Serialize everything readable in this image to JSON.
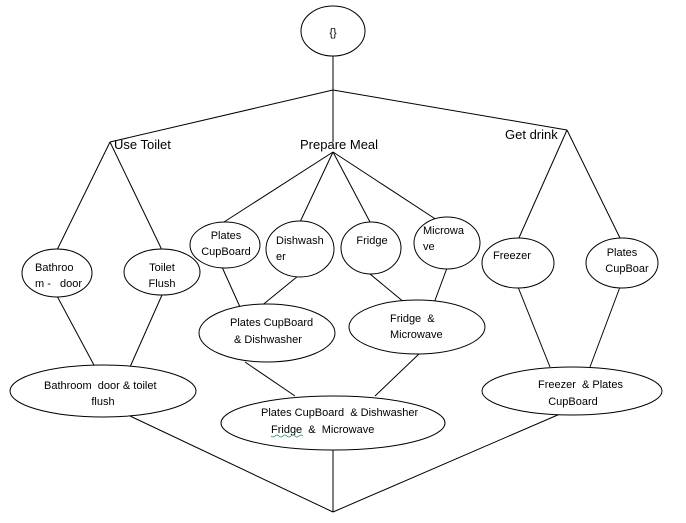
{
  "diagram": {
    "root": {
      "label": "{}"
    },
    "branches": [
      {
        "label": "Use Toilet"
      },
      {
        "label": "Prepare Meal"
      },
      {
        "label": "Get drink"
      }
    ],
    "nodes": {
      "bathroom_door": {
        "lines": [
          "Bathroo",
          "m -   door"
        ]
      },
      "toilet_flush": {
        "lines": [
          "Toilet",
          "Flush"
        ]
      },
      "plates_cupboard_meal": {
        "lines": [
          "Plates",
          "CupBoard"
        ]
      },
      "dishwasher": {
        "lines": [
          "Dishwash",
          "er"
        ]
      },
      "fridge": {
        "lines": [
          "Fridge"
        ]
      },
      "microwave": {
        "lines": [
          "Microwa",
          "ve"
        ]
      },
      "freezer": {
        "lines": [
          "Freezer"
        ]
      },
      "plates_cupboard_drink": {
        "lines": [
          "Plates",
          "CupBoar"
        ]
      },
      "plates_cupboard_dishwasher": {
        "lines": [
          "Plates CupBoard",
          "& Dishwasher"
        ]
      },
      "fridge_microwave": {
        "lines": [
          "Fridge  &",
          "Microwave"
        ]
      },
      "bathroom_door_toilet_flush": {
        "lines": [
          "Bathroom  door & toilet",
          "flush"
        ]
      },
      "all_meal": {
        "lines": [
          "Plates CupBoard  & Dishwasher",
          "Fridge  &  Microwave"
        ]
      },
      "freezer_plates_cupboard": {
        "lines": [
          "Freezer  & Plates",
          "CupBoard"
        ]
      }
    }
  }
}
